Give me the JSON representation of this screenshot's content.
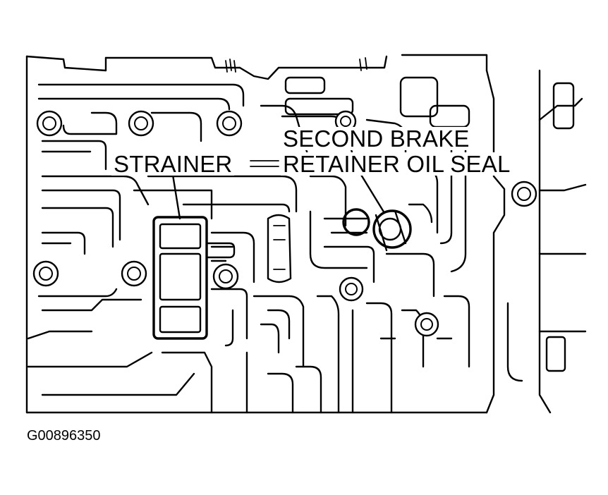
{
  "labels": {
    "strainer": "STRAINER",
    "second_brake_line1": "SECOND BRAKE",
    "second_brake_line2": "RETAINER OIL SEAL"
  },
  "figure_id": "G00896350",
  "colors": {
    "line": "#000000",
    "background": "#ffffff"
  }
}
